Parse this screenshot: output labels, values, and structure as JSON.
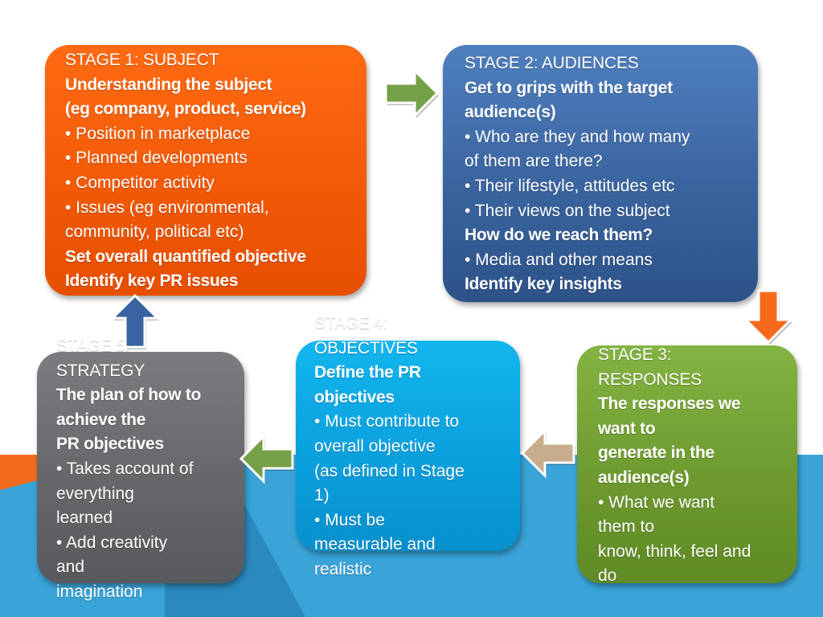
{
  "colors": {
    "stage1": "#f25a07",
    "stage2": "#3a649f",
    "stage3": "#6e9a30",
    "stage4": "#0aa0de",
    "stage5": "#66676b",
    "background_blue": "#3aa3d7",
    "background_orange": "#f26b1d"
  },
  "stage1": {
    "lines": [
      {
        "text": "STAGE 1: SUBJECT",
        "style": "h"
      },
      {
        "text": "Understanding the subject",
        "style": "b"
      },
      {
        "text": "(eg company, product, service)",
        "style": "b"
      },
      {
        "text": "• Position in marketplace",
        "style": "n"
      },
      {
        "text": "• Planned developments",
        "style": "n"
      },
      {
        "text": "• Competitor activity",
        "style": "n"
      },
      {
        "text": "• Issues (eg environmental,",
        "style": "n"
      },
      {
        "text": "community, political etc)",
        "style": "n"
      },
      {
        "text": "Set overall quantified objective",
        "style": "b"
      },
      {
        "text": "Identify key PR issues",
        "style": "b"
      }
    ]
  },
  "stage2": {
    "lines": [
      {
        "text": "STAGE 2: AUDIENCES",
        "style": "h"
      },
      {
        "text": "Get to grips with the target",
        "style": "b"
      },
      {
        "text": "audience(s)",
        "style": "b"
      },
      {
        "text": "• Who are they and how many",
        "style": "n"
      },
      {
        "text": "of them are there?",
        "style": "n"
      },
      {
        "text": "• Their lifestyle, attitudes etc",
        "style": "n"
      },
      {
        "text": "• Their views on the subject",
        "style": "n"
      },
      {
        "text": "How do we reach them?",
        "style": "b"
      },
      {
        "text": "• Media and other means",
        "style": "n"
      },
      {
        "text": "Identify key insights",
        "style": "b"
      }
    ]
  },
  "stage3": {
    "lines": [
      {
        "text": "STAGE 3:",
        "style": "h"
      },
      {
        "text": "RESPONSES",
        "style": "h"
      },
      {
        "text": "The responses we",
        "style": "b"
      },
      {
        "text": "want to",
        "style": "b"
      },
      {
        "text": "generate in the",
        "style": "b"
      },
      {
        "text": "audience(s)",
        "style": "b"
      },
      {
        "text": "• What we want",
        "style": "n"
      },
      {
        "text": "them to",
        "style": "n"
      },
      {
        "text": "know, think, feel and",
        "style": "n"
      },
      {
        "text": "do",
        "style": "n"
      }
    ]
  },
  "stage4": {
    "lines": [
      {
        "text": "STAGE 4:",
        "style": "h"
      },
      {
        "text": "OBJECTIVES",
        "style": "h"
      },
      {
        "text": "Define the PR",
        "style": "b"
      },
      {
        "text": "objectives",
        "style": "b"
      },
      {
        "text": "• Must contribute to",
        "style": "n"
      },
      {
        "text": "overall objective",
        "style": "n"
      },
      {
        "text": "(as defined in Stage",
        "style": "n"
      },
      {
        "text": "1)",
        "style": "n"
      },
      {
        "text": "• Must be",
        "style": "n"
      },
      {
        "text": "measurable and",
        "style": "n"
      },
      {
        "text": "realistic",
        "style": "n"
      }
    ]
  },
  "stage5": {
    "lines": [
      {
        "text": "STAGE 5:",
        "style": "h"
      },
      {
        "text": "STRATEGY",
        "style": "h"
      },
      {
        "text": "The plan of how to",
        "style": "b"
      },
      {
        "text": "achieve the",
        "style": "b"
      },
      {
        "text": "PR objectives",
        "style": "b"
      },
      {
        "text": "• Takes account of",
        "style": "n"
      },
      {
        "text": "everything",
        "style": "n"
      },
      {
        "text": "learned",
        "style": "n"
      },
      {
        "text": "• Add creativity",
        "style": "n"
      },
      {
        "text": "and",
        "style": "n"
      },
      {
        "text": "imagination",
        "style": "n"
      }
    ]
  },
  "arrows": [
    {
      "name": "arrow-stage1-to-stage2",
      "direction": "right",
      "color": "#76a047"
    },
    {
      "name": "arrow-stage2-to-stage3",
      "direction": "down",
      "color": "#f46a1a"
    },
    {
      "name": "arrow-stage3-to-stage4",
      "direction": "left",
      "color": "#c7ac8d"
    },
    {
      "name": "arrow-stage4-to-stage5",
      "direction": "left",
      "color": "#76a047"
    },
    {
      "name": "arrow-stage5-to-stage1",
      "direction": "up",
      "color": "#3a649f"
    }
  ]
}
